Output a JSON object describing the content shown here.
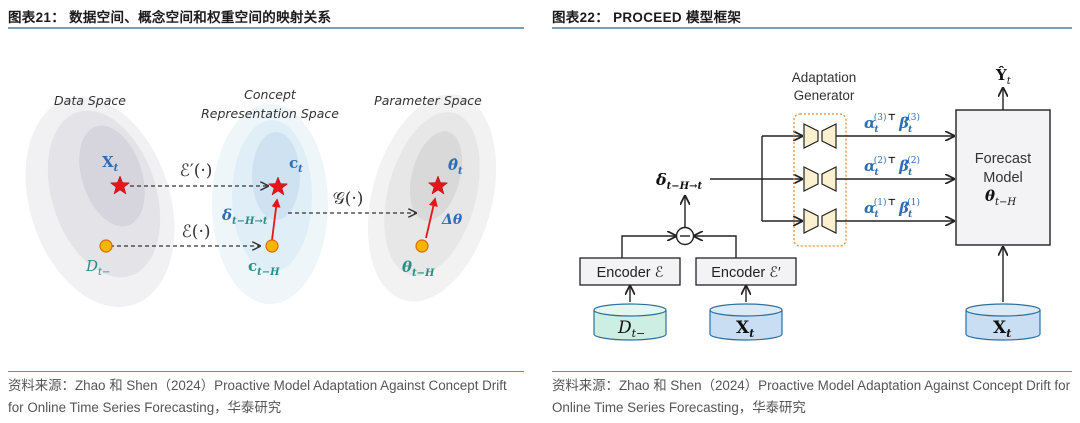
{
  "left_figure": {
    "title": "图表21： 数据空间、概念空间和权重空间的映射关系",
    "spaces": {
      "data_space": "Data Space",
      "concept_space_line1": "Concept",
      "concept_space_line2": "Representation Space",
      "parameter_space": "Parameter Space"
    },
    "labels": {
      "x_t": "X",
      "x_t_sub": "t",
      "d_t": "D",
      "d_t_sub": "t−",
      "c_t": "c",
      "c_t_sub": "t",
      "c_tH": "c",
      "c_tH_sub": "t−H",
      "delta": "δ",
      "delta_sub": "t−H→t",
      "theta_hat": "θ̂",
      "theta_hat_sub": "t",
      "theta_tH": "θ",
      "theta_tH_sub": "t−H",
      "delta_theta": "Δθ"
    },
    "mappings": {
      "encoder_prime": "ℰ′(·)",
      "encoder": "ℰ(·)",
      "generator": "𝒢(·)"
    },
    "source": "资料来源：Zhao 和 Shen（2024）Proactive Model Adaptation Against Concept Drift for Online Time Series Forecasting，华泰研究"
  },
  "right_figure": {
    "title": "图表22： PROCEED 模型框架",
    "adaptation_generator_line1": "Adaptation",
    "adaptation_generator_line2": "Generator",
    "delta": "δ",
    "delta_sub": "t−H→t",
    "encoder_left": "Encoder ℰ",
    "encoder_right": "Encoder ℰ′",
    "db_left": "D",
    "db_left_sub": "t−",
    "db_right": "X",
    "db_right_sub": "t",
    "db_forecast": "X",
    "db_forecast_sub": "t",
    "minus_symbol": "−",
    "adaptations": [
      {
        "alpha": "α",
        "beta": "β",
        "sub": "t",
        "sup": "(3)"
      },
      {
        "alpha": "α",
        "beta": "β",
        "sub": "t",
        "sup": "(2)"
      },
      {
        "alpha": "α",
        "beta": "β",
        "sub": "t",
        "sup": "(1)"
      }
    ],
    "transpose": "⊤",
    "forecast_model_line1": "Forecast",
    "forecast_model_line2": "Model",
    "forecast_theta": "θ",
    "forecast_theta_sub": "t−H",
    "output": "Ŷ",
    "output_sub": "t",
    "source": "资料来源：Zhao 和 Shen（2024）Proactive Model Adaptation Against Concept Drift for Online Time Series Forecasting，华泰研究"
  },
  "colors": {
    "title_rule": "#7f9bbd",
    "math_blue": "#2e6db4",
    "math_teal": "#2a8f86",
    "star_red": "#e8141b",
    "node_orange": "#f7b500",
    "db_teal_fill": "#cdeee2",
    "db_blue_fill": "#c9def3",
    "generator_border": "#e88a3c"
  }
}
